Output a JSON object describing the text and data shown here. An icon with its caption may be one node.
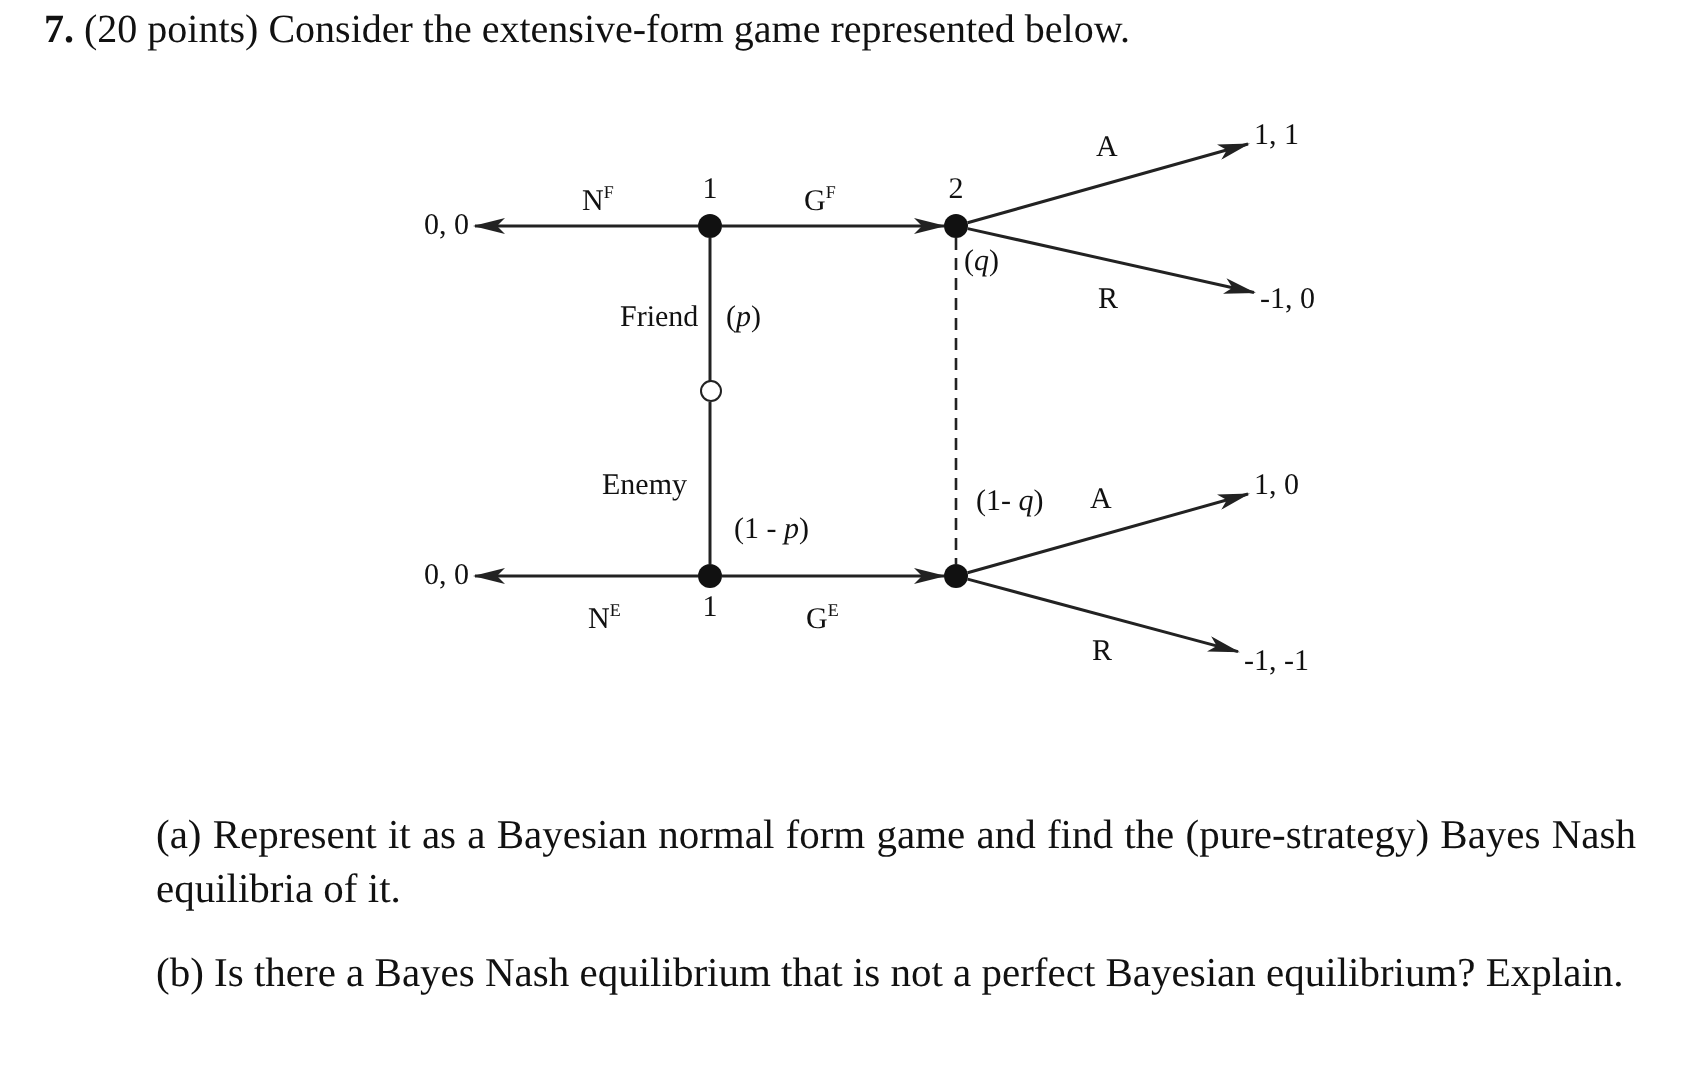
{
  "diagram": {
    "title": "**7.** (20 points) Consider the extensive-form game represented below.",
    "nodes": [
      {
        "text": [
          "1"
        ]
      },
      {
        "text": [
          "1"
        ]
      },
      {
        "text": [],
        "shape": "circle"
      },
      {
        "text": [
          "2"
        ]
      },
      {
        "text": [],
        "shape": "dot"
      },
      {
        "text": [
          "0, 0"
        ]
      },
      {
        "text": [
          "0, 0"
        ]
      },
      {
        "text": [
          "1, 1"
        ]
      },
      {
        "text": [
          "-1, 0"
        ]
      },
      {
        "text": [
          "1, 0"
        ]
      },
      {
        "text": [
          "-1, -1"
        ]
      }
    ],
    "edges": [
      {
        "from": 2,
        "to": 0,
        "arrow": "none",
        "label": "Friend"
      },
      {
        "from": 2,
        "to": 1,
        "arrow": "none",
        "label": "Enemy"
      },
      {
        "from": 0,
        "to": 5,
        "arrow": "to",
        "label": "N$^{F}$"
      },
      {
        "from": 0,
        "to": 3,
        "arrow": "to",
        "label": "G$^{F}$"
      },
      {
        "from": 1,
        "to": 6,
        "arrow": "to",
        "label": "N$^{E}$"
      },
      {
        "from": 1,
        "to": 4,
        "arrow": "to",
        "label": "G$^{E}$"
      },
      {
        "from": 3,
        "to": 7,
        "arrow": "to",
        "label": "A"
      },
      {
        "from": 3,
        "to": 8,
        "arrow": "to",
        "label": "R"
      },
      {
        "from": 4,
        "to": 9,
        "arrow": "to",
        "label": "A"
      },
      {
        "from": 4,
        "to": 10,
        "arrow": "to",
        "label": "R"
      },
      {
        "from": 3,
        "to": 4,
        "arrow": "none",
        "style": "dashed"
      }
    ],
    "labels": [
      "(*p*)",
      "(1 - *p*)",
      "(*q*)",
      "(1- *q*)",
      "(a) Represent it as a Bayesian normal form game and find the (pure-strategy) Bayes Nash equilibria of it.",
      "(b) Is there a Bayes Nash equilibrium that is not a perfect Bayesian equilibrium? Explain."
    ]
  }
}
